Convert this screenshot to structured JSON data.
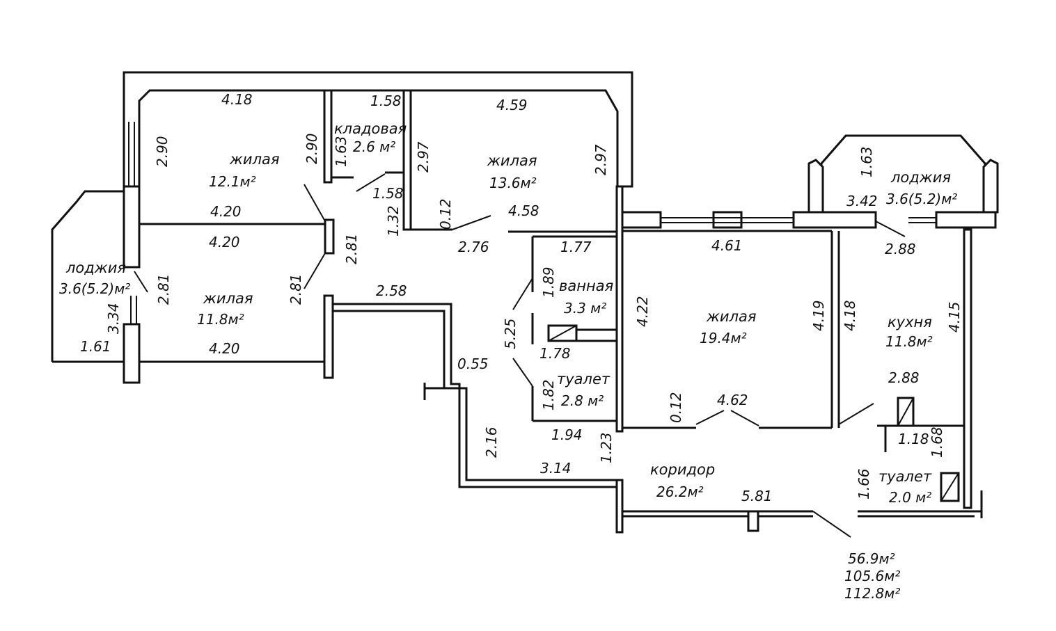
{
  "rooms": [
    {
      "name": "жилая",
      "area": "12.1м²"
    },
    {
      "name": "кладовая",
      "area": "2.6 м²"
    },
    {
      "name": "жилая",
      "area": "13.6м²"
    },
    {
      "name": "лоджия",
      "area": "3.6(5.2)м²"
    },
    {
      "name": "лоджия",
      "area": "3.6(5.2)м²"
    },
    {
      "name": "жилая",
      "area": "11.8м²"
    },
    {
      "name": "ванная",
      "area": "3.3 м²"
    },
    {
      "name": "жилая",
      "area": "19.4м²"
    },
    {
      "name": "кухня",
      "area": "11.8м²"
    },
    {
      "name": "туалет",
      "area": "2.8 м²"
    },
    {
      "name": "коридор",
      "area": "26.2м²"
    },
    {
      "name": "туалет",
      "area": "2.0 м²"
    }
  ],
  "dimensions": {
    "d418": "4.18",
    "d158a": "1.58",
    "d459": "4.59",
    "d290a": "2.90",
    "d290b": "2.90",
    "d163a": "1.63",
    "d297a": "2.97",
    "d297b": "2.97",
    "d158b": "1.58",
    "d012a": "0.12",
    "d132": "1.32",
    "d458": "4.58",
    "d420a": "4.20",
    "d420b": "4.20",
    "d420c": "4.20",
    "d281a": "2.81",
    "d281b": "2.81",
    "d281c": "2.81",
    "d276": "2.76",
    "d177": "1.77",
    "d189": "1.89",
    "d258": "2.58",
    "d334": "3.34",
    "d161": "1.61",
    "d525": "5.25",
    "d178": "1.78",
    "d055": "0.55",
    "d182": "1.82",
    "d194": "1.94",
    "d216": "2.16",
    "d123": "1.23",
    "d314": "3.14",
    "d581": "5.81",
    "d163b": "1.63",
    "d342": "3.42",
    "d288a": "2.88",
    "d461": "4.61",
    "d422": "4.22",
    "d419": "4.19",
    "d418b": "4.18",
    "d415": "4.15",
    "d012b": "0.12",
    "d462": "4.62",
    "d288b": "2.88",
    "d118": "1.18",
    "d168": "1.68",
    "d166": "1.66"
  },
  "totals": [
    "56.9м²",
    "105.6м²",
    "112.8м²"
  ]
}
